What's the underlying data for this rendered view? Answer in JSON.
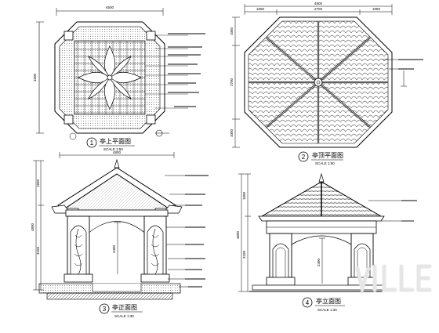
{
  "drawing": {
    "views": [
      {
        "number": "1",
        "title": "亭上平面图",
        "scale": "SCALE 1:50"
      },
      {
        "number": "2",
        "title": "亭顶平面图",
        "scale": "SCALE 1:50"
      },
      {
        "number": "3",
        "title": "亭正面图",
        "scale": "SCALE 1:30"
      },
      {
        "number": "4",
        "title": "亭立面图",
        "scale": "SCALE 1:30"
      }
    ],
    "dims": {
      "v1_top": "4500",
      "v1_left": "4500",
      "v2_top_total": "4800",
      "v2_top_a": "1050",
      "v2_top_b": "2700",
      "v2_top_c": "1050",
      "v2_left_a": "1050",
      "v2_left_b": "2700",
      "v2_left_c": "1050",
      "v3_top": "4800",
      "v3_left_total": "4800",
      "v3_left_a": "1650",
      "v3_left_b": "3150",
      "v3_mid": "2400",
      "v4_left_total": "4800",
      "v4_left_a": "1650",
      "v4_left_b": "3150",
      "v4_mid": "2400"
    }
  },
  "colors": {
    "line": "#000000",
    "background": "#ffffff"
  }
}
